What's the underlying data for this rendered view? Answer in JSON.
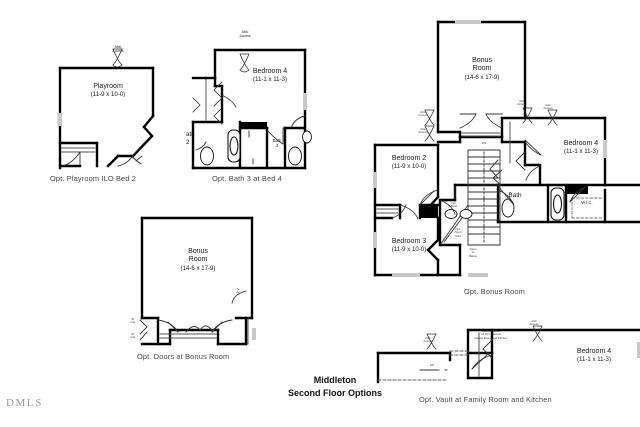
{
  "sheet": {
    "title_line1": "Middleton",
    "title_line2": "Second Floor Options",
    "watermark": "DMLS"
  },
  "plans": [
    {
      "id": "playroom-ilo-bed-2",
      "caption": "Opt. Playroom ILO Bed 2",
      "rooms": [
        {
          "name": "Playroom",
          "dim": "(11-9 x 10-0)"
        }
      ],
      "annotations": [
        {
          "text1": "Attic",
          "text2": "Access"
        }
      ]
    },
    {
      "id": "bath-3-at-bed-4",
      "caption": "Opt. Bath 3 at Bed 4",
      "rooms": [
        {
          "name": "Bedroom 4",
          "dim": "(11-1 x 11-3)"
        },
        {
          "name": "Bath",
          "dim": "3"
        },
        {
          "name": "ath",
          "dim": "2"
        }
      ],
      "annotations": [
        {
          "text1": "Attic",
          "text2": "Access"
        }
      ]
    },
    {
      "id": "doors-at-bonus-room",
      "caption": "Opt. Doors at Bonus Room",
      "rooms": [
        {
          "name": "Bonus",
          "name2": "Room",
          "dim": "(14-6 x 17-9)"
        }
      ],
      "annotations": [
        {
          "text1": "Sl.",
          "text2": "Insl."
        },
        {
          "text1": "Sl.",
          "text2": "Insl."
        },
        {
          "text1": "At",
          "text2": "Ac"
        }
      ]
    },
    {
      "id": "bonus-room",
      "caption": "Opt. Bonus Room",
      "rooms": [
        {
          "name": "Bonus",
          "name2": "Room",
          "dim": "(14-6 x 17-9)"
        },
        {
          "name": "Bedroom 2",
          "dim": "(11-9 x 10-0)"
        },
        {
          "name": "Bedroom 3",
          "dim": "(11-9 x 10-0)"
        },
        {
          "name": "Bedroom 4",
          "dim": "(11-1 x 11-3)"
        },
        {
          "name": "Bath",
          "dim": "2"
        },
        {
          "name": "W.I.C.",
          "dim": ""
        }
      ],
      "annotations": [
        {
          "text1": "Attic",
          "text2": "Access"
        },
        {
          "text1": "Attic",
          "text2": "Access"
        },
        {
          "text1": "Attic",
          "text2": "Access"
        },
        {
          "text1": "Attic",
          "text2": "Access"
        },
        {
          "text1": "Attic",
          "text2": "Access"
        },
        {
          "text1": "DN",
          "text2": ""
        },
        {
          "text1": "Opt.",
          "text2": "Bowl"
        },
        {
          "text1": "Opt.",
          "text2": "Open",
          "text3": "Rail"
        },
        {
          "text1": "Open",
          "text2": "to",
          "text3": "Below"
        }
      ]
    },
    {
      "id": "vault-at-family-room-and-kitchen",
      "caption": "Opt. Vault at Family Room and Kitchen",
      "rooms": [
        {
          "name": "Bedroom 4",
          "dim": "(11-1 x 11-3)"
        }
      ],
      "annotations": [
        {
          "text1": "Attic",
          "text2": "Access"
        },
        {
          "text1": "Attic",
          "text2": "Access"
        },
        {
          "text1": "Open to Below",
          "text2": "w/ Opt. Vault at",
          "text3": "Family Room and Kitchen"
        },
        {
          "text1": "DN",
          "text2": ""
        }
      ]
    }
  ],
  "colors": {
    "wall": "#000000",
    "thin": "#3a3a3a",
    "fill_black": "#000000",
    "window_gray": "#c9c9c9",
    "caption": "#4a4a4a"
  }
}
